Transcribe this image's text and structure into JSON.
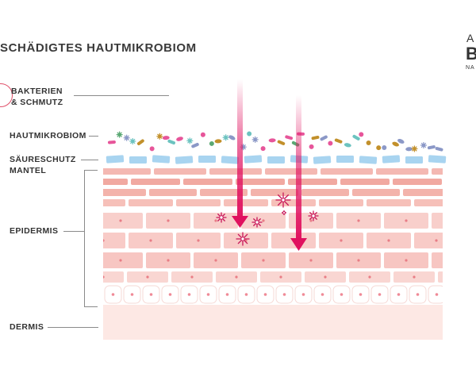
{
  "title": "SCHÄDIGTES HAUTMIKROBIOM",
  "brand": {
    "top": "A",
    "middle": "B",
    "bottom": "NA"
  },
  "labels": {
    "bacteria_line1": "BAKTERIEN",
    "bacteria_line2": "& SCHMUTZ",
    "microbiome": "HAUTMIKROBIOM",
    "acid_line1": "SÄURESCHUTZ",
    "acid_line2": "MANTEL",
    "epidermis": "EPIDERMIS",
    "dermis": "DERMIS"
  },
  "colors": {
    "arrow": "#e0115f",
    "acid_mantle": "#a8d4f0",
    "cell_pink": "#f7c7c4",
    "cell_deep": "#f1a9a1",
    "dermis": "#fde8e4",
    "bacteria": [
      "#e7559a",
      "#6cc3c0",
      "#c2902b",
      "#8b98c7",
      "#5aa873"
    ]
  }
}
